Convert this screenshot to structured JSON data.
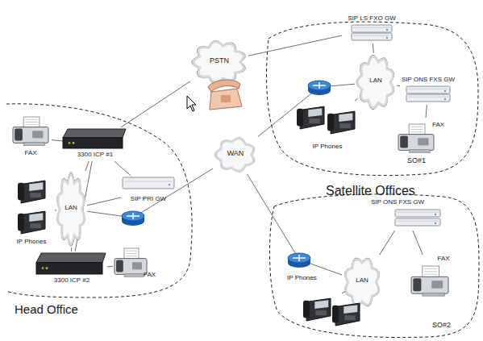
{
  "diagram": {
    "nodes": [
      {
        "text": [
          "PSTN"
        ]
      },
      {
        "text": [
          "WAN"
        ]
      },
      {
        "text": [
          "Head Office"
        ]
      },
      {
        "text": [
          "FAX"
        ],
        "in": 2
      },
      {
        "text": [
          "3300 ICP #1"
        ],
        "in": 2
      },
      {
        "text": [
          "LAN"
        ],
        "in": 2
      },
      {
        "text": [
          "SIP PRI GW"
        ],
        "in": 2
      },
      {
        "text": [
          "IP Phones"
        ],
        "in": 2
      },
      {
        "text": [
          "3300 ICP #2"
        ],
        "in": 2
      },
      {
        "text": [
          "FAX"
        ],
        "in": 2
      },
      {
        "text": [
          "SO#1"
        ]
      },
      {
        "text": [
          "SIP LS FXO GW"
        ],
        "in": 10
      },
      {
        "text": [
          "LAN"
        ],
        "in": 10
      },
      {
        "text": [
          "SIP ONS FXS GW"
        ],
        "in": 10
      },
      {
        "text": [
          "IP Phones"
        ],
        "in": 10
      },
      {
        "text": [
          "FAX"
        ],
        "in": 10
      },
      {
        "text": [
          "SO#2"
        ]
      },
      {
        "text": [
          "SIP ONS FXS GW"
        ],
        "in": 16
      },
      {
        "text": [
          "LAN"
        ],
        "in": 16
      },
      {
        "text": [
          "IP Phones"
        ],
        "in": 16
      },
      {
        "text": [
          "FAX"
        ],
        "in": 16
      }
    ],
    "edges": [
      {
        "from": 0,
        "to": 4,
        "arrow": "none"
      },
      {
        "from": 0,
        "to": 11,
        "arrow": "none"
      },
      {
        "from": 3,
        "to": 4,
        "arrow": "none"
      },
      {
        "from": 4,
        "to": 5,
        "arrow": "none"
      },
      {
        "from": 4,
        "to": 6,
        "arrow": "none"
      },
      {
        "from": 5,
        "to": 6,
        "arrow": "none"
      },
      {
        "from": 5,
        "to": 7,
        "arrow": "none"
      },
      {
        "from": 5,
        "to": 8,
        "arrow": "none"
      },
      {
        "from": 4,
        "to": 8,
        "arrow": "none"
      },
      {
        "from": 8,
        "to": 9,
        "arrow": "none"
      },
      {
        "from": 5,
        "to": 1,
        "arrow": "none"
      },
      {
        "from": 1,
        "to": 12,
        "arrow": "none"
      },
      {
        "from": 1,
        "to": 18,
        "arrow": "none"
      },
      {
        "from": 12,
        "to": 11,
        "arrow": "none"
      },
      {
        "from": 12,
        "to": 13,
        "arrow": "none"
      },
      {
        "from": 12,
        "to": 14,
        "arrow": "none"
      },
      {
        "from": 13,
        "to": 15,
        "arrow": "none"
      },
      {
        "from": 18,
        "to": 17,
        "arrow": "none"
      },
      {
        "from": 18,
        "to": 19,
        "arrow": "none"
      },
      {
        "from": 17,
        "to": 20,
        "arrow": "none"
      }
    ],
    "labels": [
      "Satellite Offices"
    ]
  }
}
